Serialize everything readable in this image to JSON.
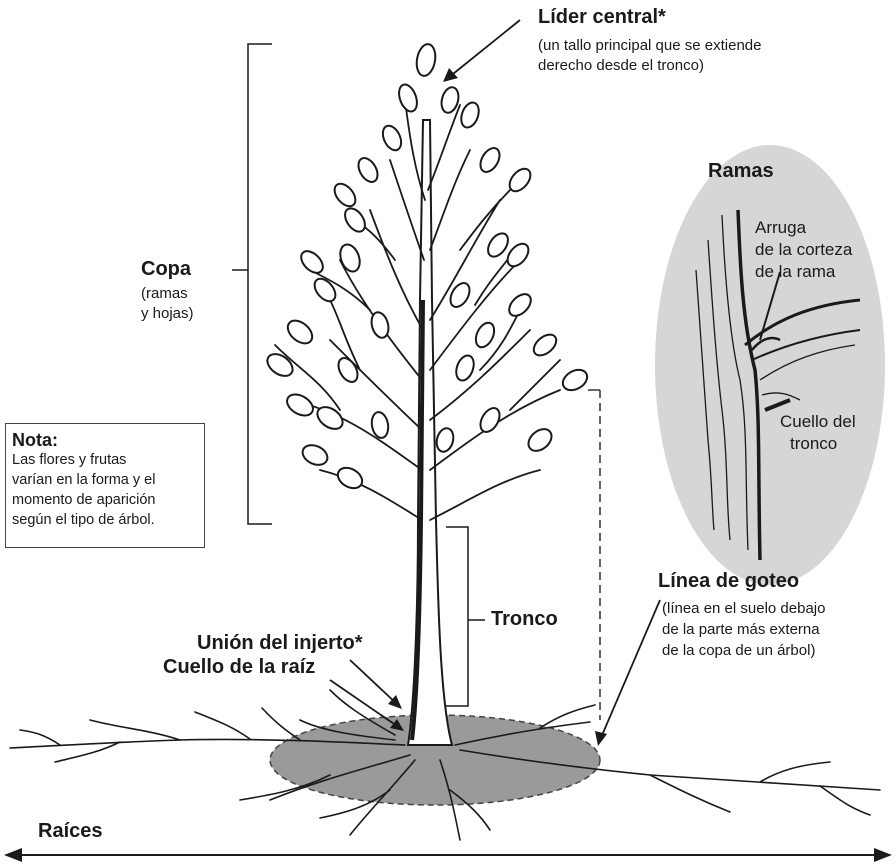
{
  "labels": {
    "leader_title": "Líder central*",
    "leader_desc_1": "(un tallo principal que se extiende",
    "leader_desc_2": "derecho desde el tronco)",
    "crown_title": "Copa",
    "crown_desc_1": "(ramas",
    "crown_desc_2": "y hojas)",
    "branches_title": "Ramas",
    "bark_ridge_1": "Arruga",
    "bark_ridge_2": "de la corteza",
    "bark_ridge_3": "de la rama",
    "collar_1": "Cuello del",
    "collar_2": "tronco",
    "trunk": "Tronco",
    "dripline_title": "Línea de goteo",
    "dripline_desc_1": "(línea en el suelo debajo",
    "dripline_desc_2": "de la parte más externa",
    "dripline_desc_3": "de la copa de un árbol)",
    "graft_union": "Unión del injerto*",
    "root_collar": "Cuello de la raíz",
    "roots": "Raíces"
  },
  "note": {
    "title": "Nota:",
    "lines": [
      "Las flores y frutas",
      "varían en la forma y el",
      "momento de aparición",
      "según el tipo de árbol."
    ]
  },
  "colors": {
    "ink": "#1a1a1a",
    "shade": "#9a9a9a",
    "detail_bg": "#d6d6d6"
  }
}
